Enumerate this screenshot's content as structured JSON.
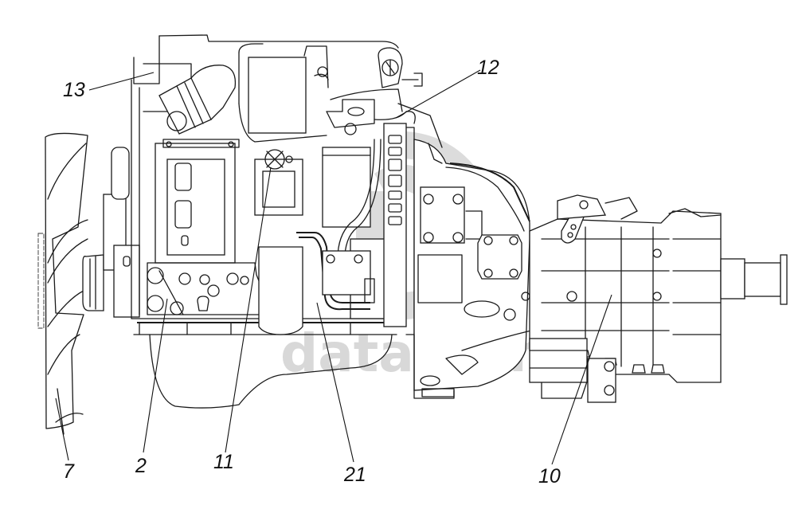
{
  "diagram": {
    "subject": "Engine with transmission assembly, side view",
    "watermark": {
      "text": "data-parts",
      "color": "#d4d4d4"
    },
    "line_color": "#1a1a1a",
    "background": "#ffffff",
    "callouts": [
      {
        "id": "c13",
        "label": "13",
        "part": "upper engine component"
      },
      {
        "id": "c12",
        "label": "12",
        "part": "pipe / hose connection"
      },
      {
        "id": "c7",
        "label": "7",
        "part": "fan"
      },
      {
        "id": "c2",
        "label": "2",
        "part": "engine block"
      },
      {
        "id": "c11",
        "label": "11",
        "part": "fuel pump"
      },
      {
        "id": "c21",
        "label": "21",
        "part": "oil filter"
      },
      {
        "id": "c10",
        "label": "10",
        "part": "gearbox"
      }
    ]
  }
}
